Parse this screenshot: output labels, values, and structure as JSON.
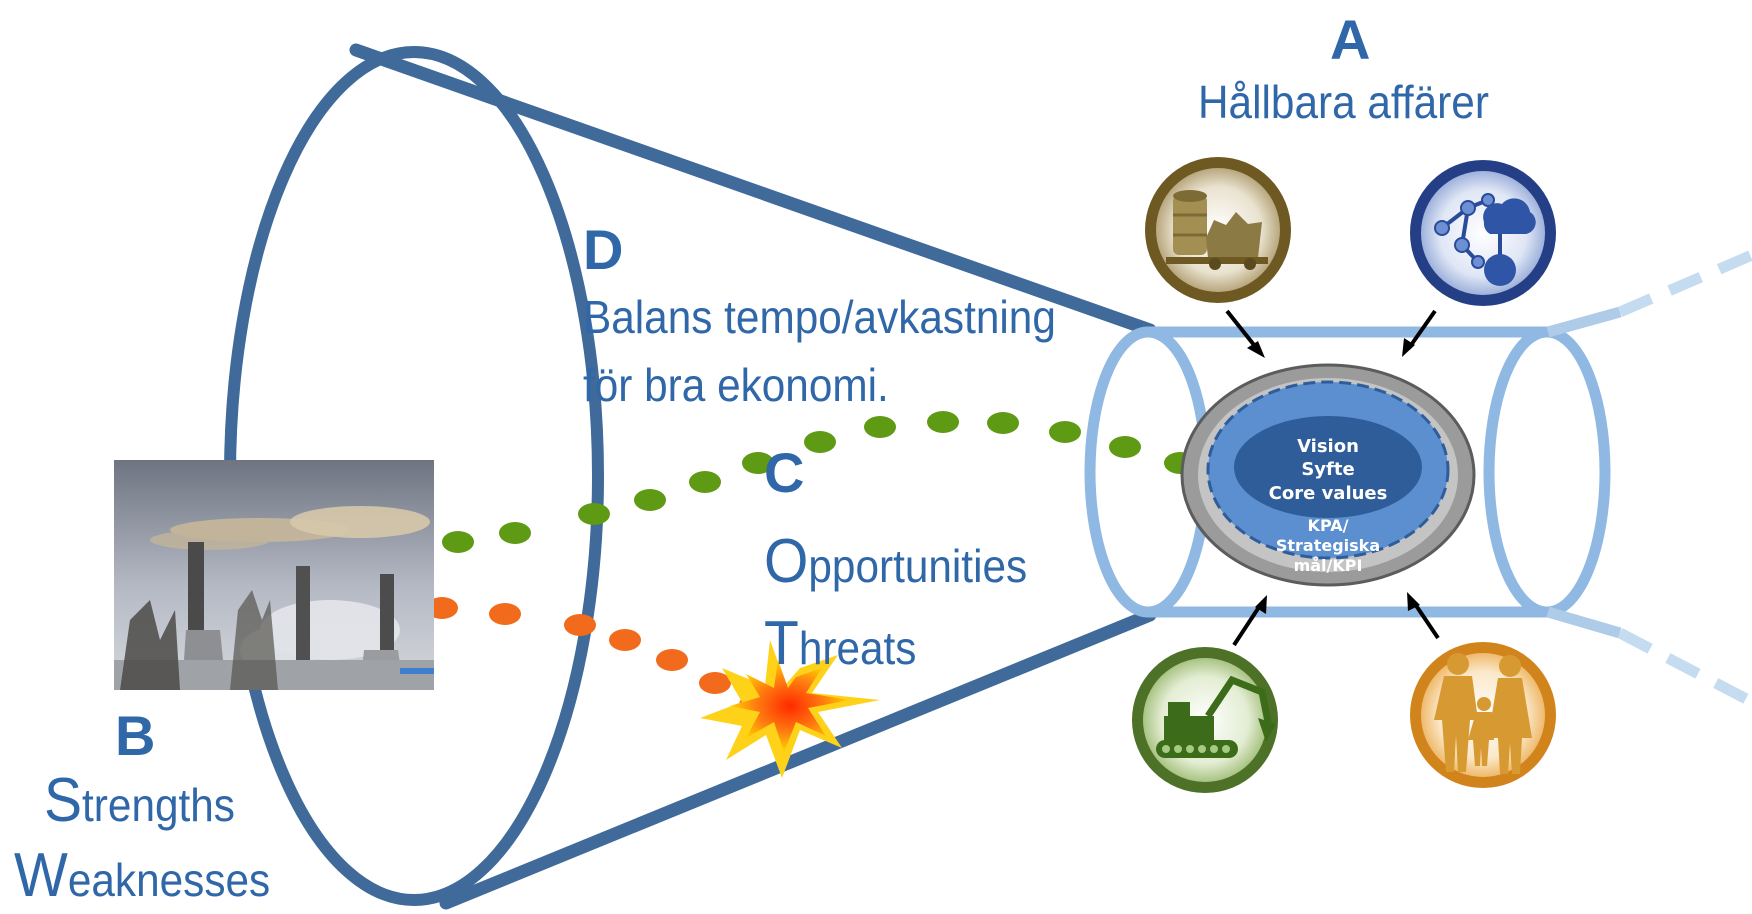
{
  "A": {
    "letter": "A",
    "text": "Hållbara affärer",
    "icons": [
      "resources-icon",
      "molecule-cloud-icon",
      "excavator-icon",
      "family-icon"
    ]
  },
  "B": {
    "letter": "B",
    "line1_initial": "S",
    "line1_rest": "trengths",
    "line2_initial": "W",
    "line2_rest": "eaknesses",
    "photo": "factory-chimneys-photo"
  },
  "C": {
    "letter": "C",
    "line1_initial": "O",
    "line1_rest": "pportunities",
    "line2_initial": "T",
    "line2_rest": "hreats"
  },
  "D": {
    "letter": "D",
    "line1": "Balans tempo/avkastning",
    "line2": "för bra ekonomi."
  },
  "core": {
    "inner": [
      "Vision",
      "Syfte",
      "Core values"
    ],
    "outer": [
      "KPA/",
      "Strategiska",
      "mål/KPI"
    ]
  },
  "colors": {
    "funnel": "#3f6a99",
    "cylinder": "#8fb8e2",
    "label": "#2f67a8",
    "opportunity_dots": "#5f9a14",
    "threat_dots": "#f26a1b",
    "core_ring": "#9b9b9b",
    "core_fill": "#5b8fcf",
    "core_inner": "#2f5d9a"
  }
}
